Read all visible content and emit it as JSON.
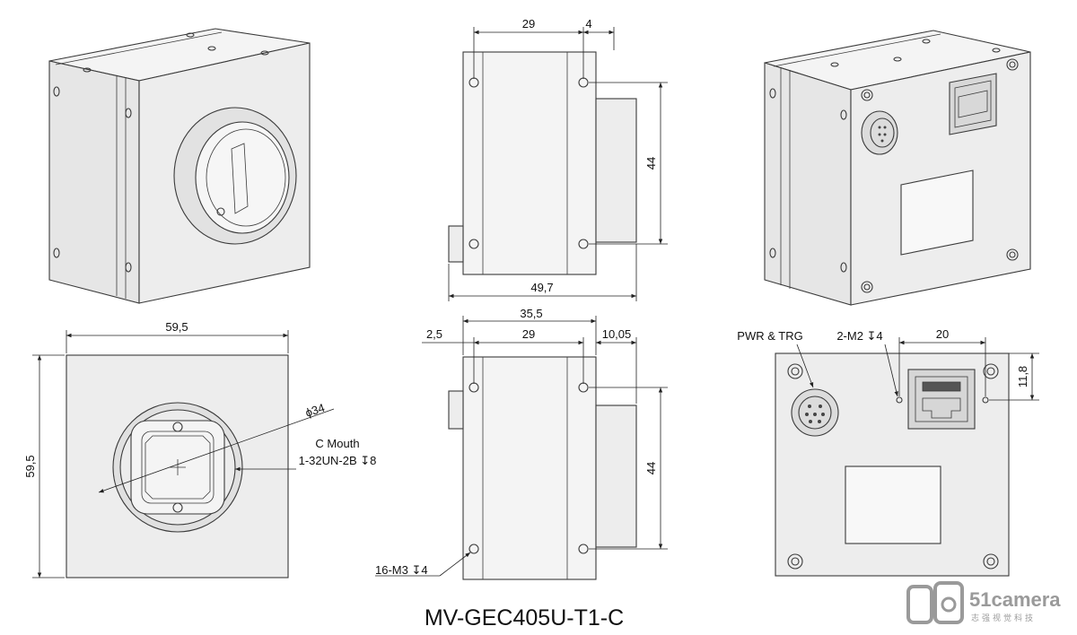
{
  "title": "MV-GEC405U-T1-C",
  "logo": {
    "name": "51camera",
    "subtitle": "志强视觉科技"
  },
  "side_view_top": {
    "dim_body": "29",
    "dim_flange": "4",
    "dim_height": "44",
    "dim_length": "49,7"
  },
  "front_view": {
    "dim_width": "59,5",
    "dim_height": "59,5",
    "dim_diameter": "ϕ34",
    "mount_label_1": "C Mouth",
    "mount_label_2": "1-32UN-2B ↧8"
  },
  "side_view_bottom": {
    "dim_total": "35,5",
    "dim_front": "2,5",
    "dim_body": "29",
    "dim_rear": "10,05",
    "dim_height": "44",
    "hole_label": "16-M3 ↧4"
  },
  "back_view": {
    "connector_label": "PWR & TRG",
    "hole_label": "2-M2 ↧4",
    "dim_spacing": "20",
    "dim_offset": "11,8"
  }
}
